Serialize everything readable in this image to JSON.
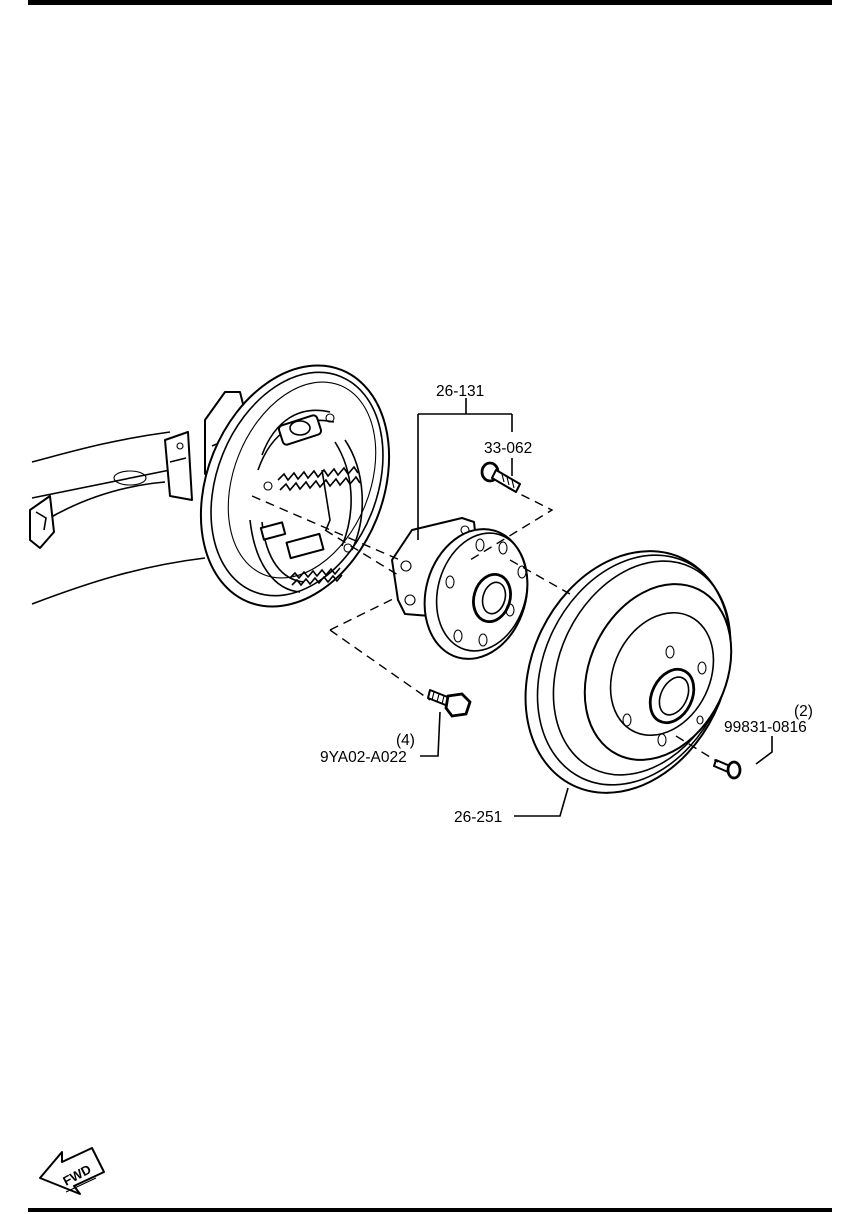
{
  "diagram": {
    "callouts": {
      "hub_assembly": "26-131",
      "hub_bolt": "33-062",
      "mount_bolt_qty": "(4)",
      "mount_bolt": "9YA02-A022",
      "drum_screw_qty": "(2)",
      "drum_screw": "99831-0816",
      "brake_drum": "26-251"
    },
    "direction_badge": "FWD"
  }
}
